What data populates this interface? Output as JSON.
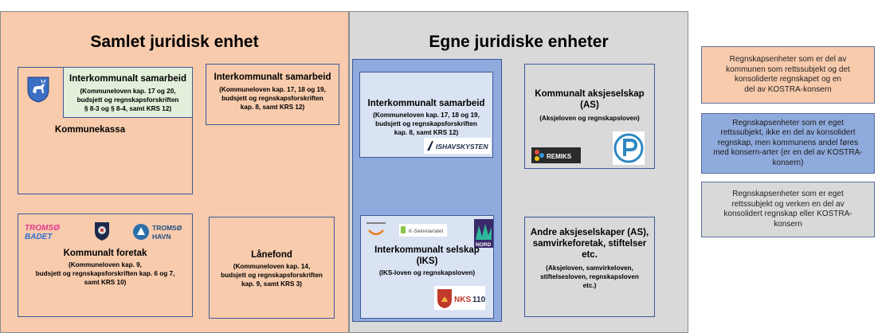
{
  "colors": {
    "left_panel": "#f8cbad",
    "right_panel": "#d9d9d9",
    "blue_panel": "#8faadc",
    "pale_box": "#dae3f3",
    "green_box": "#e2efda",
    "legend_orange": "#f8cbad",
    "legend_blue": "#8faadc",
    "legend_grey": "#d9d9d9"
  },
  "left_panel": {
    "title": "Samlet juridisk enhet",
    "kommunekassa": {
      "label": "Kommunekassa",
      "inner_title": "Interkommunalt samarbeid",
      "inner_sub_1": "(Kommuneloven kap. 17 og 20,",
      "inner_sub_2": "budsjett og regnskapsforskriften",
      "inner_sub_3": "§ 8-3 og § 8-4, samt KRS 12)"
    },
    "iks_box": {
      "title": "Interkommunalt samarbeid",
      "sub_1": "(Kommuneloven kap. 17, 18 og 19,",
      "sub_2": "budsjett og regnskapsforskriften",
      "sub_3": "kap. 8, samt KRS 12)"
    },
    "foretak": {
      "title": "Kommunalt foretak",
      "sub_1": "(Kommuneloven kap. 9,",
      "sub_2": "budsjett og regnskapsforskriften kap. 6 og 7,",
      "sub_3": "samt KRS 10)",
      "logo_1_line1": "TROMSØ",
      "logo_1_line2": "BADET",
      "logo_3_line1": "TROMSØ",
      "logo_3_line2": "HAVN"
    },
    "lanefond": {
      "title": "Lånefond",
      "sub_1": "(Kommuneloven kap. 14,",
      "sub_2": "budsjett og regnskapsforskriften",
      "sub_3": "kap. 9, samt KRS 3)"
    }
  },
  "right_panel": {
    "title": "Egne juridiske enheter",
    "samarbeid": {
      "title": "Interkommunalt samarbeid",
      "sub_1": "(Kommuneloven kap. 17, 18 og 19,",
      "sub_2": "budsjett og regnskapsforskriften",
      "sub_3": "kap. 8, samt KRS 12)",
      "logo": "ISHAVSKYSTEN"
    },
    "iks": {
      "title_1": "Interkommunalt selskap",
      "title_2": "(IKS)",
      "sub_1": "(IKS-loven og regnskapsloven)",
      "logo_sekretariat": "K-Sekretariatet",
      "logo_nord": "NORD",
      "logo_nks": "NKS",
      "logo_nks_num": "110"
    },
    "as": {
      "title_1": "Kommunalt aksjeselskap",
      "title_2": "(AS)",
      "sub_1": "(Aksjeloven og regnskapsloven)",
      "logo_remiks": "REMIKS"
    },
    "andre": {
      "title_1": "Andre aksjeselskaper (AS),",
      "title_2": "samvirkeforetak, stiftelser",
      "title_3": "etc.",
      "sub_1": "(Aksjeloven, samvirkeloven,",
      "sub_2": "stiftelsesloven, regnskapsloven",
      "sub_3": "etc.)"
    }
  },
  "legend": [
    {
      "line_1": "Regnskapsenheter som er del av",
      "line_2": "kommunen som rettssubjekt og det",
      "line_3": "konsoliderte regnskapet og en",
      "line_4": "del  av KOSTRA-konsern"
    },
    {
      "line_1": "Regnskapsenheter som er eget",
      "line_2": "rettssubjekt, ikke en del av konsolidert",
      "line_3": "regnskap, men kommunens andel føres",
      "line_4": "med konsern-arter (er en del av KOSTRA-",
      "line_5": "konsern)"
    },
    {
      "line_1": "Regnskapsenheter som er eget",
      "line_2": "rettssubjekt og verken en del av",
      "line_3": "konsolidert regnskap eller KOSTRA-",
      "line_4": "konsern"
    }
  ]
}
